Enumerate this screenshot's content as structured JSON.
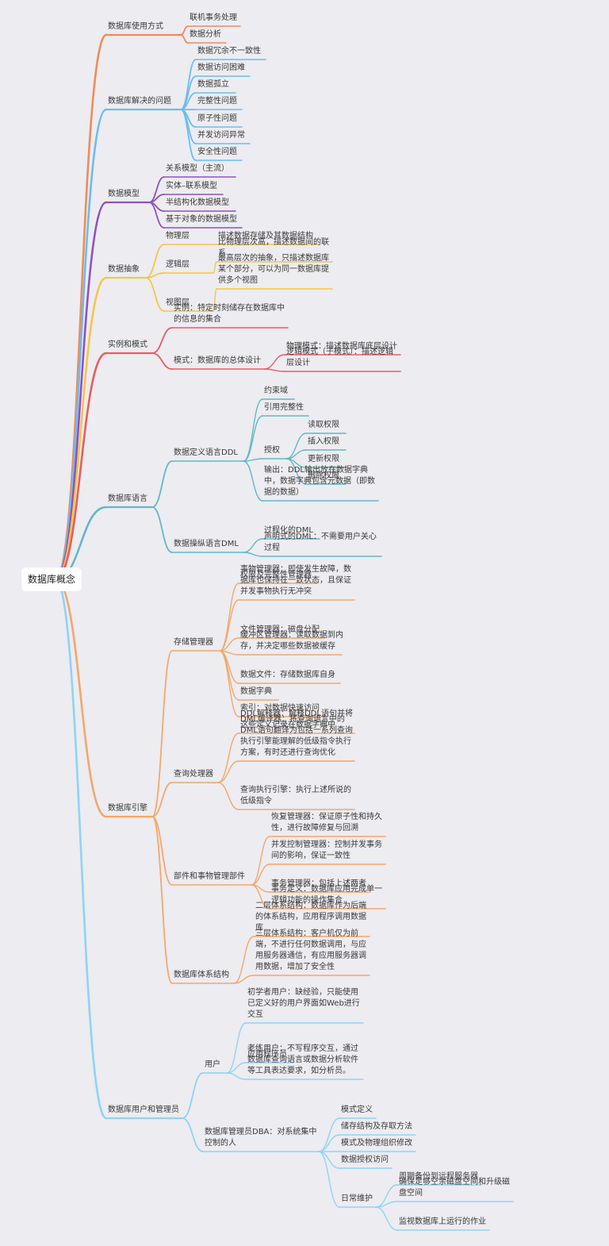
{
  "root": "数据库概念",
  "colors": {
    "orange": "#ef8c57",
    "blue": "#6cbcf0",
    "purple": "#9150c1",
    "yellow": "#f5c644",
    "red": "#e85d5d",
    "teal": "#62b8c6",
    "peach": "#f4a76a",
    "skyblue": "#8fd3f5"
  },
  "branches": [
    {
      "text": "数据库使用方式",
      "color": "orange",
      "children": [
        {
          "text": "联机事务处理"
        },
        {
          "text": "数据分析"
        }
      ]
    },
    {
      "text": "数据库解决的问题",
      "color": "blue",
      "children": [
        {
          "text": "数据冗余不一致性"
        },
        {
          "text": "数据访问困难"
        },
        {
          "text": "数据孤立"
        },
        {
          "text": "完整性问题"
        },
        {
          "text": "原子性问题"
        },
        {
          "text": "并发访问异常"
        },
        {
          "text": "安全性问题"
        }
      ]
    },
    {
      "text": "数据模型",
      "color": "purple",
      "children": [
        {
          "text": "关系模型（主流）"
        },
        {
          "text": "实体–联系模型"
        },
        {
          "text": "半结构化数据模型"
        },
        {
          "text": "基于对象的数据模型"
        }
      ]
    },
    {
      "text": "数据抽象",
      "color": "yellow",
      "children": [
        {
          "text": "物理层",
          "children": [
            {
              "text": "描述数据存储及其数据结构"
            }
          ]
        },
        {
          "text": "逻辑层",
          "children": [
            {
              "text": "比物理层次高，描述数据间的联\n系"
            }
          ]
        },
        {
          "text": "视图层",
          "children": [
            {
              "text": "最高层次的抽象，只描述数据库\n某个部分，可以为同一数据库提\n供多个视图"
            }
          ]
        }
      ]
    },
    {
      "text": "实例和模式",
      "color": "red",
      "children": [
        {
          "text": "实例：特定时刻储存在数据库中\n的信息的集合"
        },
        {
          "text": "模式：数据库的总体设计",
          "children": [
            {
              "text": "物理模式：描述数据库底层设计"
            },
            {
              "text": "逻辑模式（子模式）：描述逻辑\n层设计"
            }
          ]
        }
      ]
    },
    {
      "text": "数据库语言",
      "color": "teal",
      "children": [
        {
          "text": "数据定义语言DDL",
          "children": [
            {
              "text": "约束域"
            },
            {
              "text": "引用完整性"
            },
            {
              "text": "授权",
              "children": [
                {
                  "text": "读取权限"
                },
                {
                  "text": "插入权限"
                },
                {
                  "text": "更新权限"
                },
                {
                  "text": "删除权限"
                }
              ]
            },
            {
              "text": "输出：DDL输出放在数据字典\n中，数据字典包含元数据（即数\n据的数据）"
            }
          ]
        },
        {
          "text": "数据操纵语言DML",
          "children": [
            {
              "text": "过程化的DML"
            },
            {
              "text": "声明式的DML：不需要用户关心\n过程"
            }
          ]
        }
      ]
    },
    {
      "text": "数据库引擎",
      "color": "peach",
      "children": [
        {
          "text": "存储管理器",
          "children": [
            {
              "text": "权限及完整性管理器"
            },
            {
              "text": "事物管理器：即使发生故障，数\n据库也保持在一致状态，且保证\n并发事物执行无冲突"
            },
            {
              "text": "文件管理器：磁盘分配"
            },
            {
              "text": "缓冲区管理器：读取数据到内\n存，并决定哪些数据被缓存"
            },
            {
              "text": "数据文件：存储数据库自身"
            },
            {
              "text": "数据字典"
            },
            {
              "text": "索引：对数据快速访问"
            }
          ]
        },
        {
          "text": "查询处理器",
          "children": [
            {
              "text": "DDL解释器：解释DDL语句并将\n这些定义记录在数据字典中"
            },
            {
              "text": "DML编译器：将查询语言中的\nDML语句翻译为包括一系列查询\n执行引擎能理解的低级指令执行\n方案，有时还进行查询优化"
            },
            {
              "text": "查询执行引擎：执行上述所说的\n低级指令"
            }
          ]
        },
        {
          "text": "部件和事物管理部件",
          "children": [
            {
              "text": "恢复管理器：保证原子性和持久\n性，进行故障修复与回溯"
            },
            {
              "text": "并发控制管理器：控制并发事务\n间的影响，保证一致性"
            },
            {
              "text": "事务管理器：包括上述两者"
            },
            {
              "text": "事务定义：数据库应用完成单一\n逻辑功能的操作集合"
            }
          ]
        },
        {
          "text": "数据库体系结构",
          "children": [
            {
              "text": "二层体系结构：数据库作为后端\n的体系结构，应用程序调用数据\n库"
            },
            {
              "text": "三层体系结构：客户机仅为前\n端，不进行任何数据调用，与应\n用服务器通信，有应用服务器调\n用数据，增加了安全性"
            }
          ]
        }
      ]
    },
    {
      "text": "数据库用户和管理员",
      "color": "skyblue",
      "children": [
        {
          "text": "用户",
          "children": [
            {
              "text": "初学者用户：缺经验，只能使用\n已定义好的用户界面如Web进行\n交互"
            },
            {
              "text": "应用程序员"
            },
            {
              "text": "老练用户：不写程序交互，通过\n数据库查询语言或数据分析软件\n等工具表达要求，如分析员。"
            }
          ]
        },
        {
          "text": "数据库管理员DBA：对系统集中\n控制的人",
          "children": [
            {
              "text": "模式定义"
            },
            {
              "text": "储存结构及存取方法"
            },
            {
              "text": "模式及物理组织修改"
            },
            {
              "text": "数据授权访问"
            },
            {
              "text": "日常维护",
              "children": [
                {
                  "text": "周期备份到远程服务器"
                },
                {
                  "text": "确保足够空余磁盘空间和升级磁\n盘空间"
                },
                {
                  "text": "监视数据库上运行的作业"
                }
              ]
            }
          ]
        }
      ]
    }
  ]
}
